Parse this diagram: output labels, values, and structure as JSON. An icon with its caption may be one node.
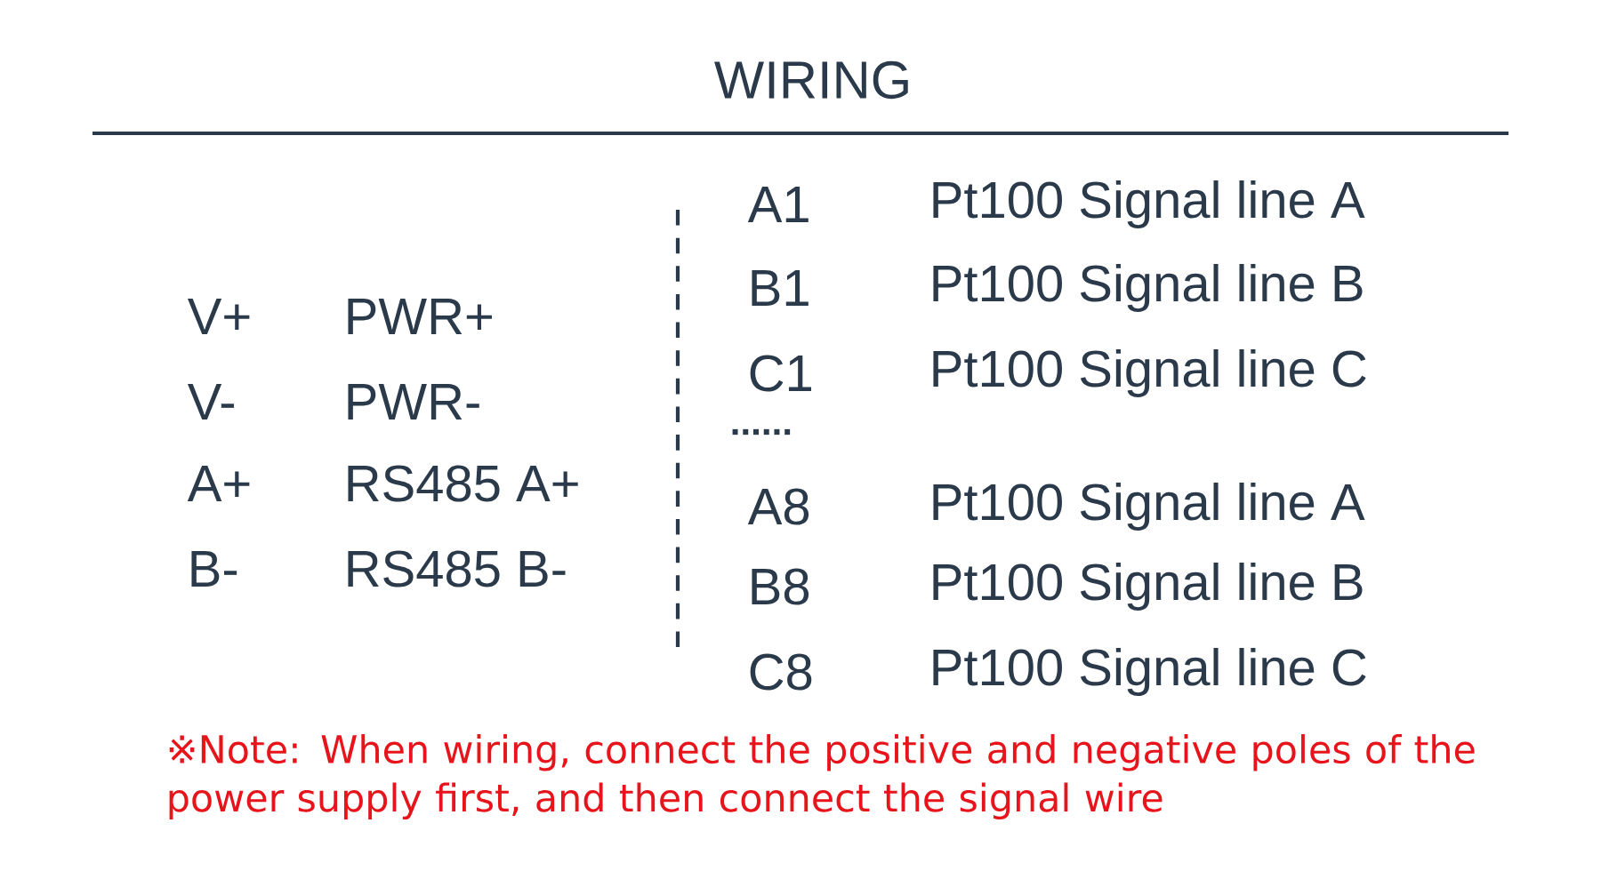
{
  "diagram": {
    "title": "WIRING",
    "labels": [
      "V+",
      "PWR+",
      "V-",
      "PWR-",
      "A+",
      "RS485 A+",
      "B-",
      "RS485 B-",
      "A1",
      "Pt100 Signal line A",
      "B1",
      "Pt100 Signal line B",
      "C1",
      "Pt100 Signal line C",
      "......",
      "A8",
      "Pt100 Signal line A",
      "B8",
      "Pt100 Signal line B",
      "C8",
      "Pt100 Signal line C",
      "※Note: When wiring, connect the positive and negative poles of the power supply first, and then connect the signal wire"
    ]
  }
}
